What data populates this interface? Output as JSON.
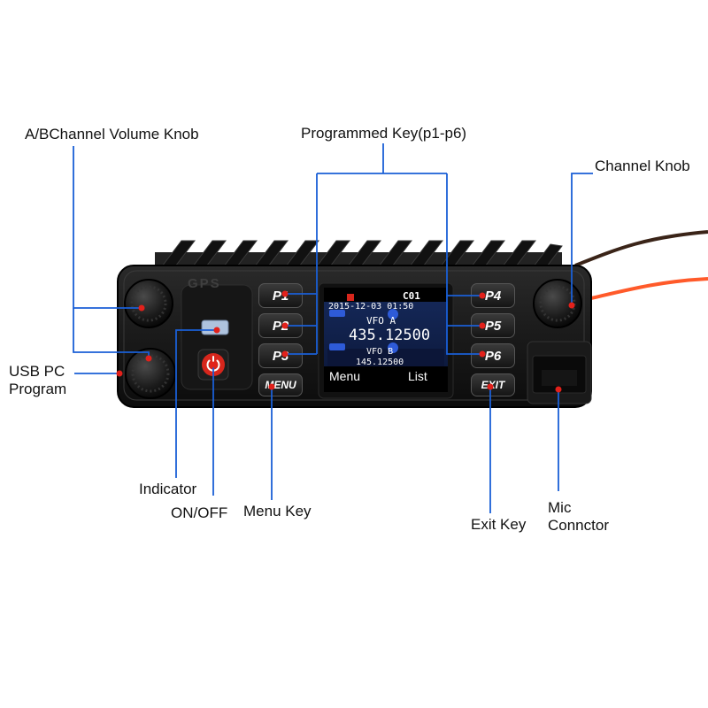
{
  "labels": {
    "volume_knob": "A/BChannel Volume Knob",
    "programmed_key": "Programmed Key(p1-p6)",
    "channel_knob": "Channel Knob",
    "usb": "USB PC\nProgram",
    "indicator": "Indicator",
    "on_off": "ON/OFF",
    "menu_key": "Menu Key",
    "exit_key": "Exit Key",
    "mic": "Mic\nConnctor"
  },
  "device": {
    "brand_text": "GPS",
    "keys_left": [
      "P1",
      "P2",
      "P3"
    ],
    "keys_right": [
      "P4",
      "P5",
      "P6"
    ],
    "menu_label": "MENU",
    "exit_label": "EXIT"
  },
  "screen": {
    "channel": "C01",
    "datetime": "2015-12-03 01:50",
    "vfo_a_label": "VFO A",
    "vfo_a_freq": "435.12500",
    "vfo_b_label": "VFO B",
    "vfo_b_freq": "145.12500",
    "softkey_left": "Menu",
    "softkey_right": "List"
  },
  "colors": {
    "callout_line": "#1a5fd6",
    "power_button": "#d8261c",
    "indicator_led": "#aec3de",
    "screen_bg": "#0b1a3e"
  }
}
